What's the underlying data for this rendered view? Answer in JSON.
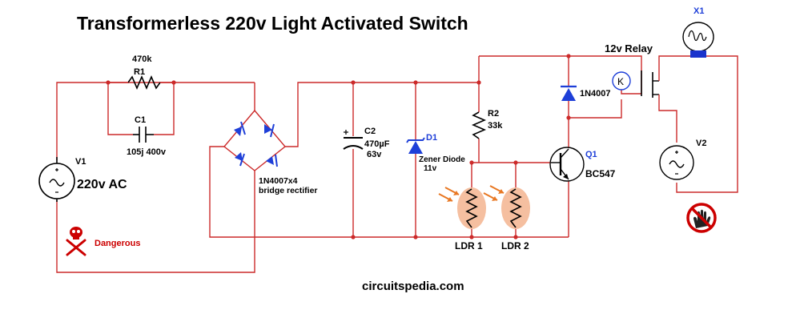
{
  "title": "Transformerless 220v Light Activated Switch",
  "website": "circuitspedia.com",
  "warning": "Dangerous",
  "components": {
    "r1": {
      "ref": "R1",
      "value": "470k"
    },
    "c1": {
      "ref": "C1",
      "value": "105j 400v"
    },
    "v1": {
      "ref": "V1",
      "value": "220v AC"
    },
    "bridge": {
      "line1": "1N4007x4",
      "line2": "bridge rectifier"
    },
    "c2": {
      "ref": "C2",
      "value": "470µF",
      "voltage": "63v"
    },
    "d1": {
      "ref": "D1",
      "line1": "Zener Diode",
      "line2": "11v"
    },
    "r2": {
      "ref": "R2",
      "value": "33k"
    },
    "ldr1": {
      "ref": "LDR 1"
    },
    "ldr2": {
      "ref": "LDR 2"
    },
    "diode": {
      "ref": "1N4007"
    },
    "relay": {
      "label": "12v Relay",
      "coil": "K"
    },
    "q1": {
      "ref": "Q1",
      "value": "BC547"
    },
    "x1": {
      "ref": "X1"
    },
    "v2": {
      "ref": "V2"
    }
  },
  "colors": {
    "wire": "#cc2a2a",
    "ldr_fill": "#f5bfa0",
    "lamp_base": "#1a33cc",
    "diode_fill": "#1e3fd8",
    "warning_text": "#cc0000"
  }
}
